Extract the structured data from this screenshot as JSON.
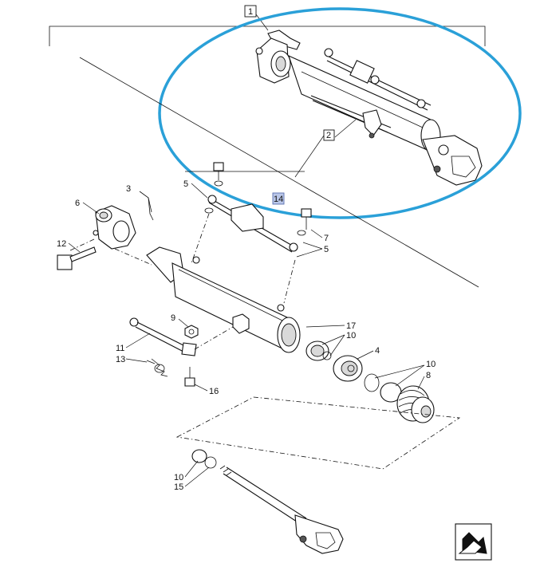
{
  "callouts": {
    "c1": "1",
    "c2": "2",
    "c3": "3",
    "c4": "4",
    "c5a": "5",
    "c5b": "5",
    "c6": "6",
    "c7": "7",
    "c8": "8",
    "c9": "9",
    "c10a": "10",
    "c10b": "10",
    "c10c": "10",
    "c11": "11",
    "c12": "12",
    "c13": "13",
    "c14": "14",
    "c15": "15",
    "c16": "16",
    "c17": "17"
  },
  "colors": {
    "highlight_ring": "#2aa0d8",
    "highlight_callout": "#b9c6e8"
  },
  "nav": {
    "icon": "next-page-arrow-icon"
  }
}
